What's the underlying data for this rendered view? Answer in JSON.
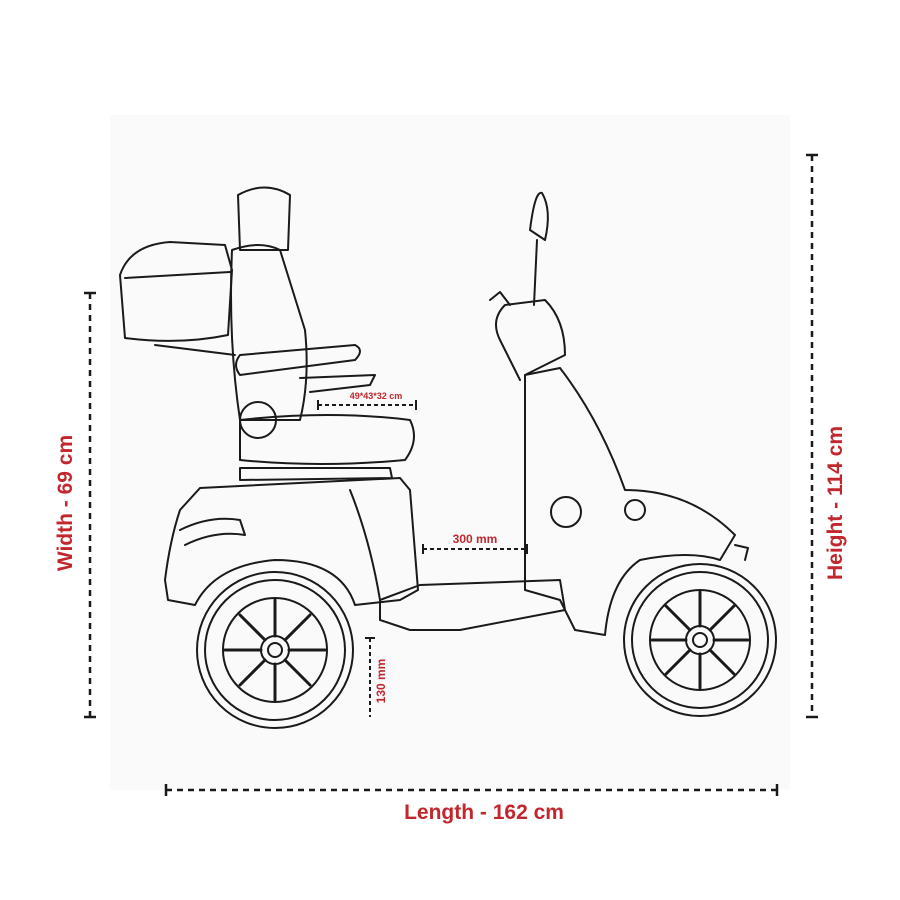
{
  "dimensions": {
    "width": "Width - 69 cm",
    "height": "Height - 114 cm",
    "length": "Length - 162 cm",
    "seat": "49*43*32 cm",
    "legroom": "300 mm",
    "ground_clearance": "130 mm"
  },
  "colors": {
    "accent": "#c1272d",
    "line": "#1a1a1a"
  }
}
